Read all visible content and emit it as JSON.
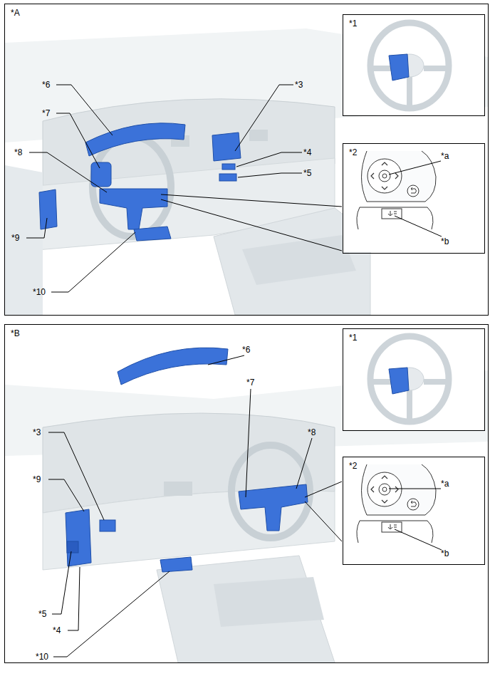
{
  "diagram": {
    "nodes": [
      {
        "text": [
          "*A"
        ]
      },
      {
        "text": [
          "*1"
        ],
        "in": 0
      },
      {
        "text": [
          "*2"
        ],
        "in": 0
      },
      {
        "text": [
          "*B"
        ]
      },
      {
        "text": [
          "*1"
        ],
        "in": 3
      },
      {
        "text": [
          "*2"
        ],
        "in": 3
      }
    ],
    "labels": [
      "*6",
      "*3",
      "*7",
      "*8",
      "*4",
      "*5",
      "*a",
      "*b",
      "*9",
      "*10",
      "*6",
      "*7",
      "*8",
      "*3",
      "*9",
      "*a",
      "*b",
      "*5",
      "*4",
      "*10"
    ]
  }
}
